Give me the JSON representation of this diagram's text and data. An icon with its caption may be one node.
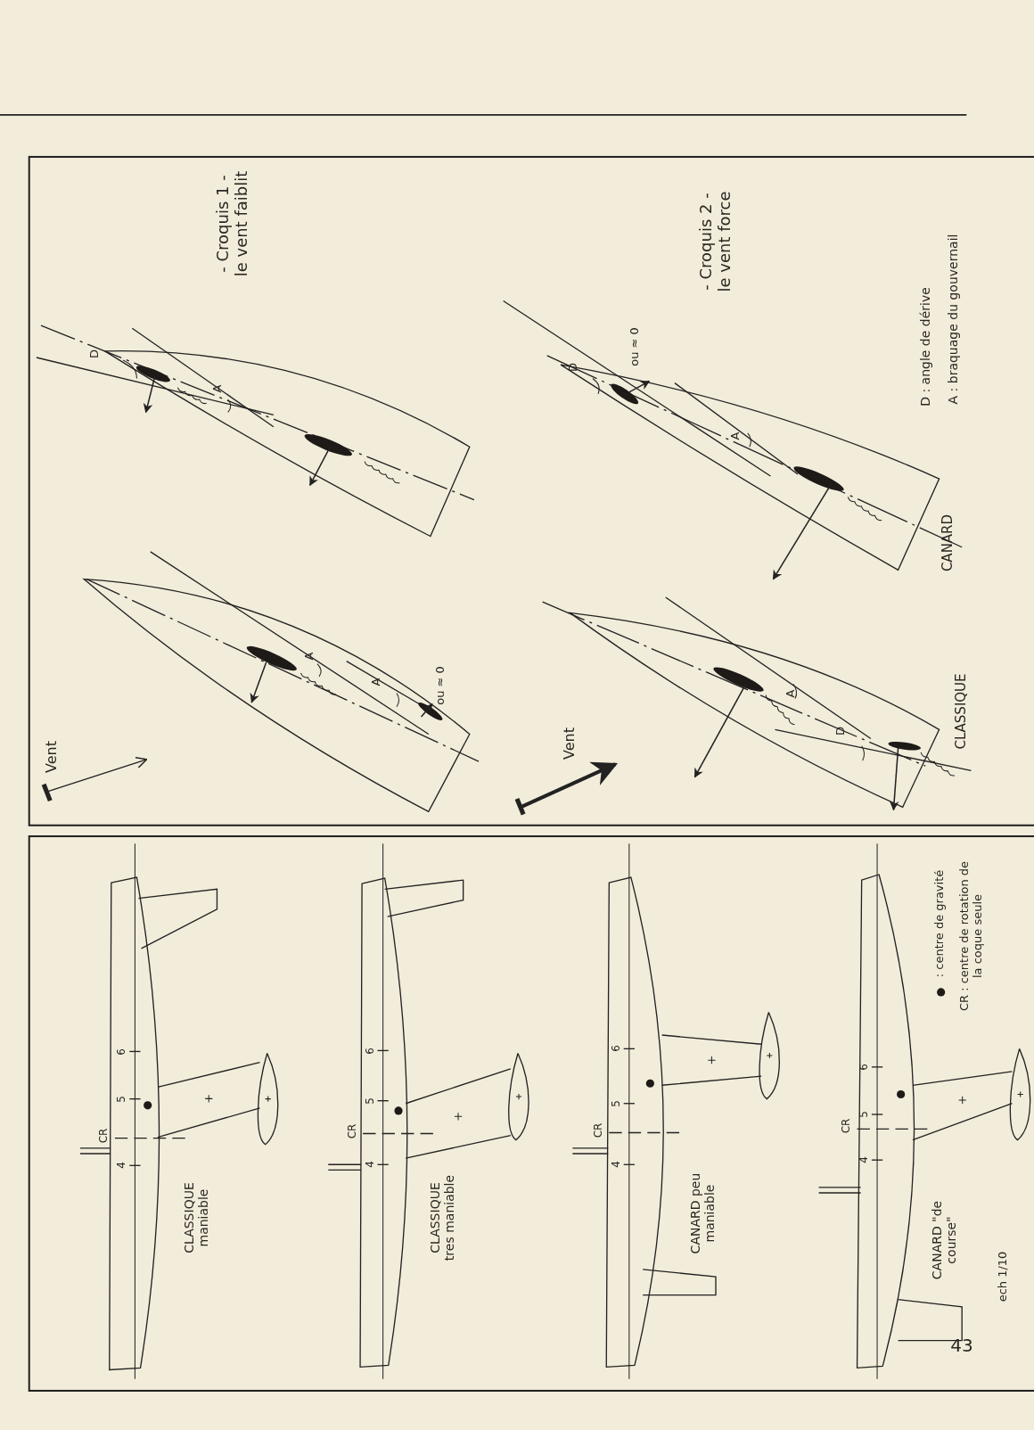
{
  "diagram": {
    "labels": [
      "- Croquis 1 - le vent faiblit",
      "D",
      "A",
      "A",
      "A",
      "ou ≈ 0",
      "Vent",
      "- Croquis 2 - le vent force",
      "D",
      "ou ≈ 0",
      "A",
      "A",
      "D",
      "D : angle de dérive",
      "A : braquage du gouvernail",
      "CANARD",
      "CLASSIQUE",
      "Vent",
      "6",
      "5",
      "4",
      "CR",
      "CLASSIQUE maniable",
      "6",
      "5",
      "4",
      "CR",
      "CLASSIQUE tres maniable",
      "6",
      "5",
      "4",
      "CR",
      "CANARD peu maniable",
      "6",
      "5",
      "4",
      "CR",
      "CANARD \"de course\"",
      ": centre de gravité",
      "CR : centre de rotation de la coque seule",
      "ech 1/10",
      "43"
    ]
  }
}
